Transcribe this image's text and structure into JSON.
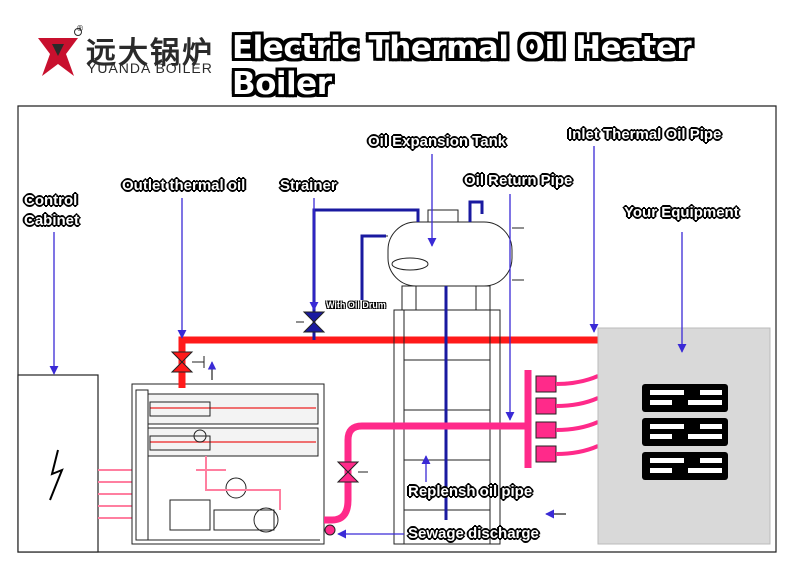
{
  "brand": {
    "name_cn": "远大锅炉",
    "name_en": "YUANDA BOILER",
    "registered_mark": "®",
    "logo_colors": {
      "red": "#c8102e",
      "dark": "#2a2a2a"
    }
  },
  "title": "Electric Thermal Oil Heater Boiler",
  "labels": {
    "control": "Control",
    "cabinet": "Cabinet",
    "outlet": "Outlet thermal oil",
    "strainer": "Strainer",
    "expansion_tank": "Oil Expansion Tank",
    "inlet_pipe": "Inlet Thermal Oil Pipe",
    "return_pipe": "Oil Return Pipe",
    "your_equipment": "Your Equipment",
    "with_oil_drum": "With Oil Drum",
    "replensh": "Replensh oil pipe",
    "sewage": "Sewage discharge"
  },
  "colors": {
    "hot_pipe": "#ff1a1a",
    "return_pipe": "#ff2a8a",
    "cold_pipe": "#1a1aa0",
    "arrow": "#3a2ad6",
    "equipment_fill": "#d9d9d9"
  }
}
